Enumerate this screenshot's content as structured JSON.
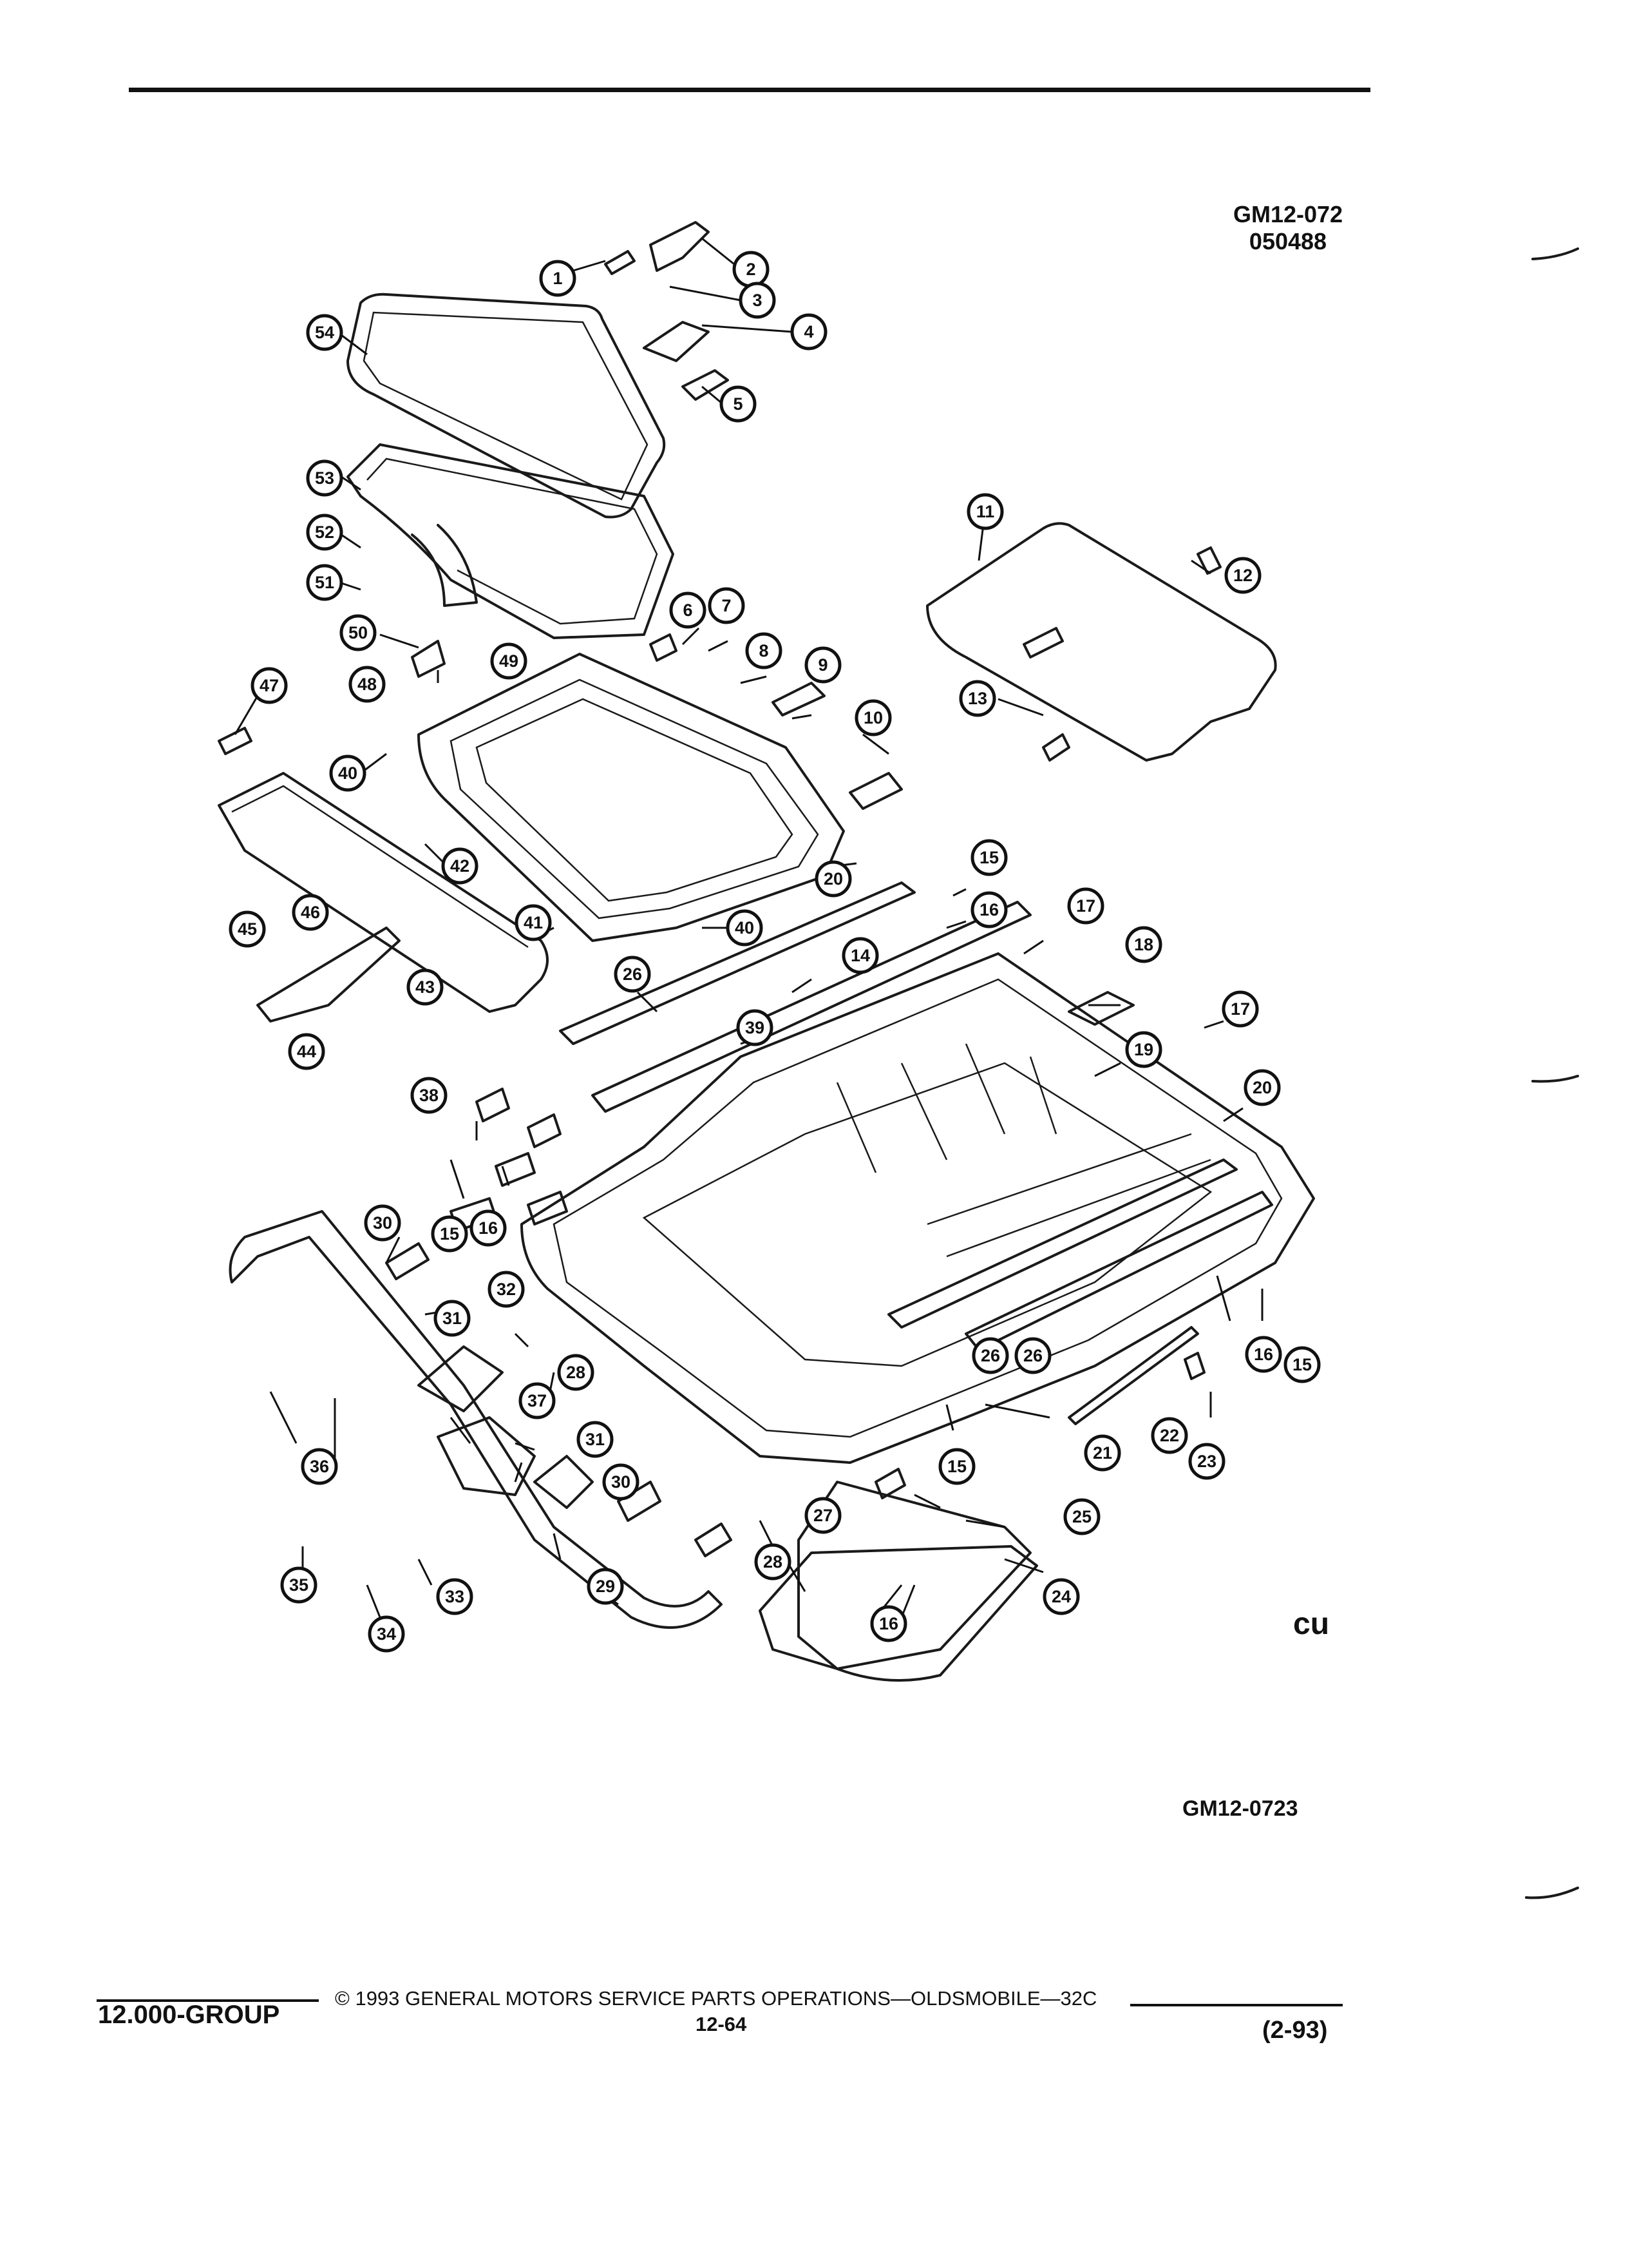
{
  "header": {
    "code_line1": "GM12-072",
    "code_line2": "050488"
  },
  "diagram": {
    "figure_code": "GM12-0723",
    "logo_mark": "cu",
    "callouts": [
      "1",
      "2",
      "3",
      "4",
      "5",
      "6",
      "7",
      "8",
      "9",
      "10",
      "11",
      "12",
      "13",
      "14",
      "15",
      "15",
      "15",
      "15",
      "16",
      "16",
      "16",
      "16",
      "17",
      "17",
      "18",
      "19",
      "20",
      "20",
      "21",
      "22",
      "23",
      "24",
      "25",
      "26",
      "26",
      "26",
      "27",
      "28",
      "28",
      "29",
      "30",
      "30",
      "31",
      "31",
      "32",
      "33",
      "34",
      "35",
      "36",
      "37",
      "38",
      "39",
      "40",
      "40",
      "41",
      "42",
      "43",
      "44",
      "45",
      "46",
      "47",
      "48",
      "49",
      "50",
      "51",
      "52",
      "53",
      "54"
    ]
  },
  "footer": {
    "group": "12.000-GROUP",
    "copyright": "© 1993 GENERAL MOTORS SERVICE PARTS OPERATIONS—OLDSMOBILE—32C",
    "page_number": "12-64",
    "revision": "(2-93)"
  }
}
